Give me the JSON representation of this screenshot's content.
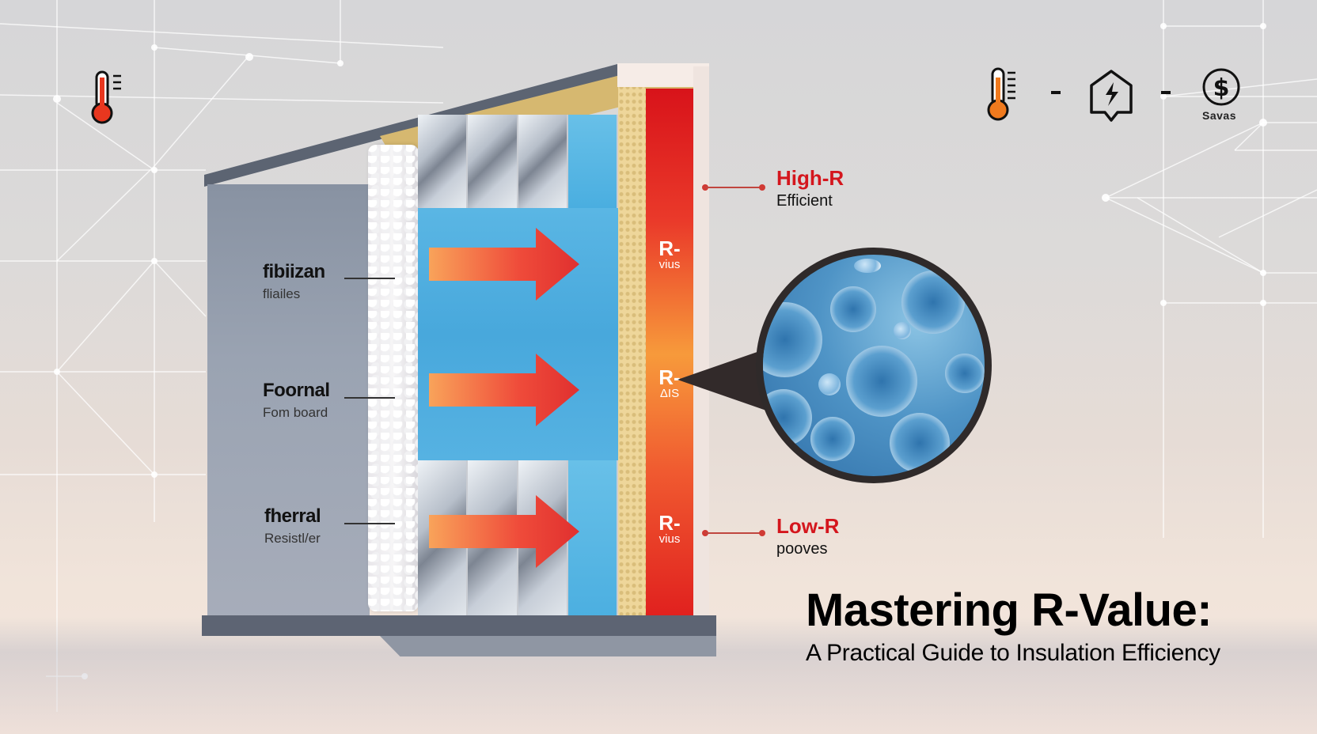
{
  "header_icons": {
    "left": {
      "icon": "thermometer-icon",
      "fill_color": "#e8371f"
    },
    "right": [
      {
        "icon": "thermometer-icon",
        "fill_color": "#f07a1e"
      },
      {
        "icon": "energy-house-icon"
      },
      {
        "icon": "dollar-circle-icon",
        "label": "Savas"
      }
    ],
    "separators": [
      "-",
      "-"
    ]
  },
  "left_labels": [
    {
      "title": "fibiizan",
      "subtitle": "fliailes"
    },
    {
      "title": "Foornal",
      "subtitle": "Fom board"
    },
    {
      "title": "fherral",
      "subtitle": "Resistl/er"
    }
  ],
  "r_strip_labels": [
    {
      "big": "R-",
      "small": "vius"
    },
    {
      "big": "R-",
      "small": "ΔIS"
    },
    {
      "big": "R-",
      "small": "vius"
    }
  ],
  "callouts": {
    "high": {
      "title": "High-R",
      "subtitle": "Efficient",
      "color": "#d4161d"
    },
    "low": {
      "title": "Low-R",
      "subtitle": "pooves",
      "color": "#d4161d"
    }
  },
  "magnifier": {
    "icon": "magnified-cell-structure-icon"
  },
  "heading": {
    "title": "Mastering R-Value:",
    "subtitle": "A Practical Guide to Insulation Efficiency"
  },
  "colors": {
    "accent_red": "#d4161d",
    "insulation_blue": "#4aaee0",
    "heat_orange": "#f79a3b"
  }
}
